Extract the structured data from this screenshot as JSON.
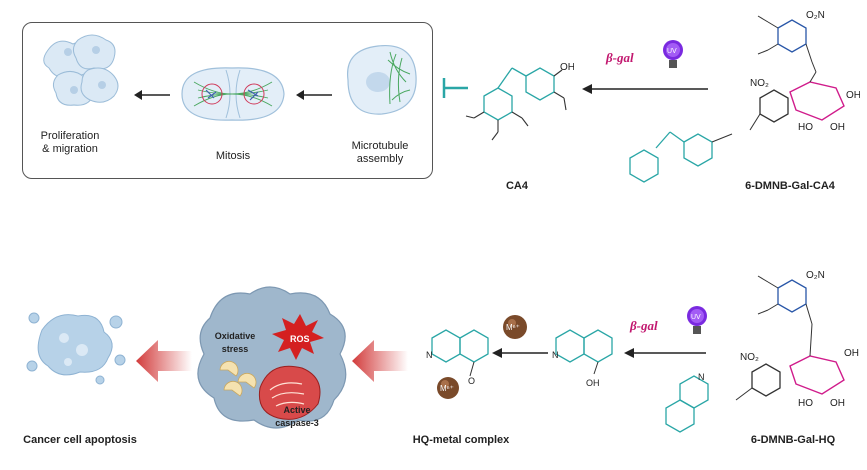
{
  "colors": {
    "protecting_group": "#2856a8",
    "galactose": "#d01c8b",
    "drug": "#2aa6a6",
    "arrow_red": "#e04a4a",
    "cell_fill": "#a9c7e0",
    "metal": "#7a4a2a"
  },
  "top_row": {
    "panel": {
      "stage1_label": "Microtubule assembly",
      "stage1_line1": "Microtubule",
      "stage1_line2": "assembly",
      "stage2_label": "Mitosis",
      "stage3_line1": "Proliferation",
      "stage3_line2": "& migration"
    },
    "drug_label": "CA4",
    "enzyme_label": "β-gal",
    "prodrug_label": "6-DMNB-Gal-CA4",
    "light_label": "UV"
  },
  "bottom_row": {
    "apoptosis_label": "Cancer cell apoptosis",
    "cell": {
      "ros_label": "ROS",
      "stress_line1": "Oxidative",
      "stress_line2": "stress",
      "caspase_line1": "Active",
      "caspase_line2": "caspase-3"
    },
    "complex_label": "HQ-metal complex",
    "metal_label": "Mⁿ⁺",
    "enzyme_label": "β-gal",
    "prodrug_label": "6-DMNB-Gal-HQ",
    "light_label": "UV"
  },
  "chem": {
    "no2": "NO₂",
    "o2n": "O₂N",
    "oh": "OH",
    "ho": "HO",
    "o": "O",
    "n": "N"
  }
}
